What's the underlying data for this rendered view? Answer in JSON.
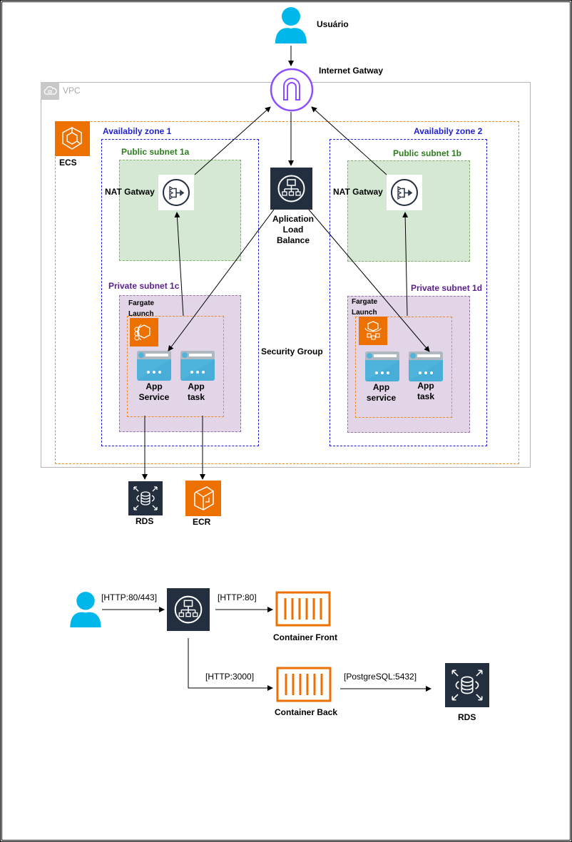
{
  "top_diagram": {
    "user": {
      "label": "Usuário",
      "icon": "user-icon"
    },
    "internet_gateway": {
      "label": "Internet Gatway",
      "icon": "internet-gateway-icon"
    },
    "vpc": {
      "label": "VPC",
      "icon": "cloud-lock-icon"
    },
    "ecs": {
      "label": "ECS",
      "icon": "ecs-icon"
    },
    "zone1": {
      "label": "Availabily zone 1",
      "public_subnet": "Public subnet 1a",
      "nat": "NAT Gatway",
      "private_subnet": "Private subnet 1c",
      "fargate": "Fargate Launch",
      "app_service": "App Service",
      "app_task": "App task"
    },
    "zone2": {
      "label": "Availabily zone 2",
      "public_subnet": "Public subnet 1b",
      "nat": "NAT Gatway",
      "private_subnet": "Private subnet 1d",
      "fargate": "Fargate Launch",
      "app_service": "App service",
      "app_task": "App task"
    },
    "alb": {
      "label_line1": "Aplication",
      "label_line2": "Load",
      "label_line3": "Balance",
      "icon": "load-balancer-icon"
    },
    "security_group": "Security Group",
    "rds": {
      "label": "RDS",
      "icon": "rds-icon"
    },
    "ecr": {
      "label": "ECR",
      "icon": "ecr-icon"
    }
  },
  "flow_diagram": {
    "user_icon": "user-icon",
    "edge_user_alb": "[HTTP:80/443]",
    "edge_alb_front": "[HTTP:80]",
    "edge_alb_back": "[HTTP:3000]",
    "edge_back_rds": "[PostgreSQL:5432]",
    "container_front": "Container Front",
    "container_back": "Container Back",
    "rds": "RDS"
  }
}
